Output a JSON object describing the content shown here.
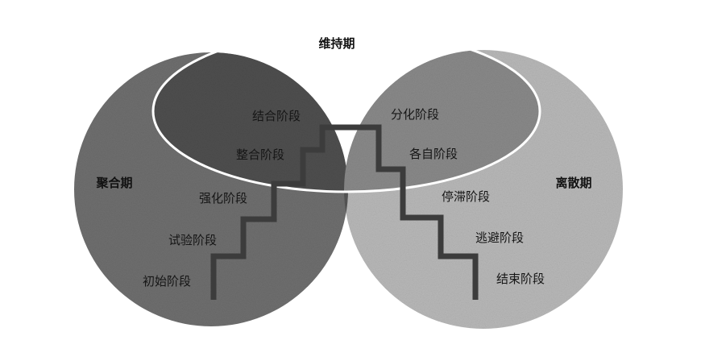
{
  "diagram": {
    "maintenance_period": "维持期",
    "aggregation_period": "聚合期",
    "dispersion_period": "离散期",
    "aggregation_stages": [
      "初始阶段",
      "试验阶段",
      "强化阶段",
      "整合阶段",
      "结合阶段"
    ],
    "dispersion_stages": [
      "分化阶段",
      "各自阶段",
      "停滞阶段",
      "逃避阶段",
      "结束阶段"
    ]
  },
  "colors": {
    "left_circle": "#6f6f6f",
    "right_circle": "#b9b9b9",
    "overlap": "#555555",
    "cap_outline": "#ffffff",
    "staircase": "#3c3c3c"
  }
}
